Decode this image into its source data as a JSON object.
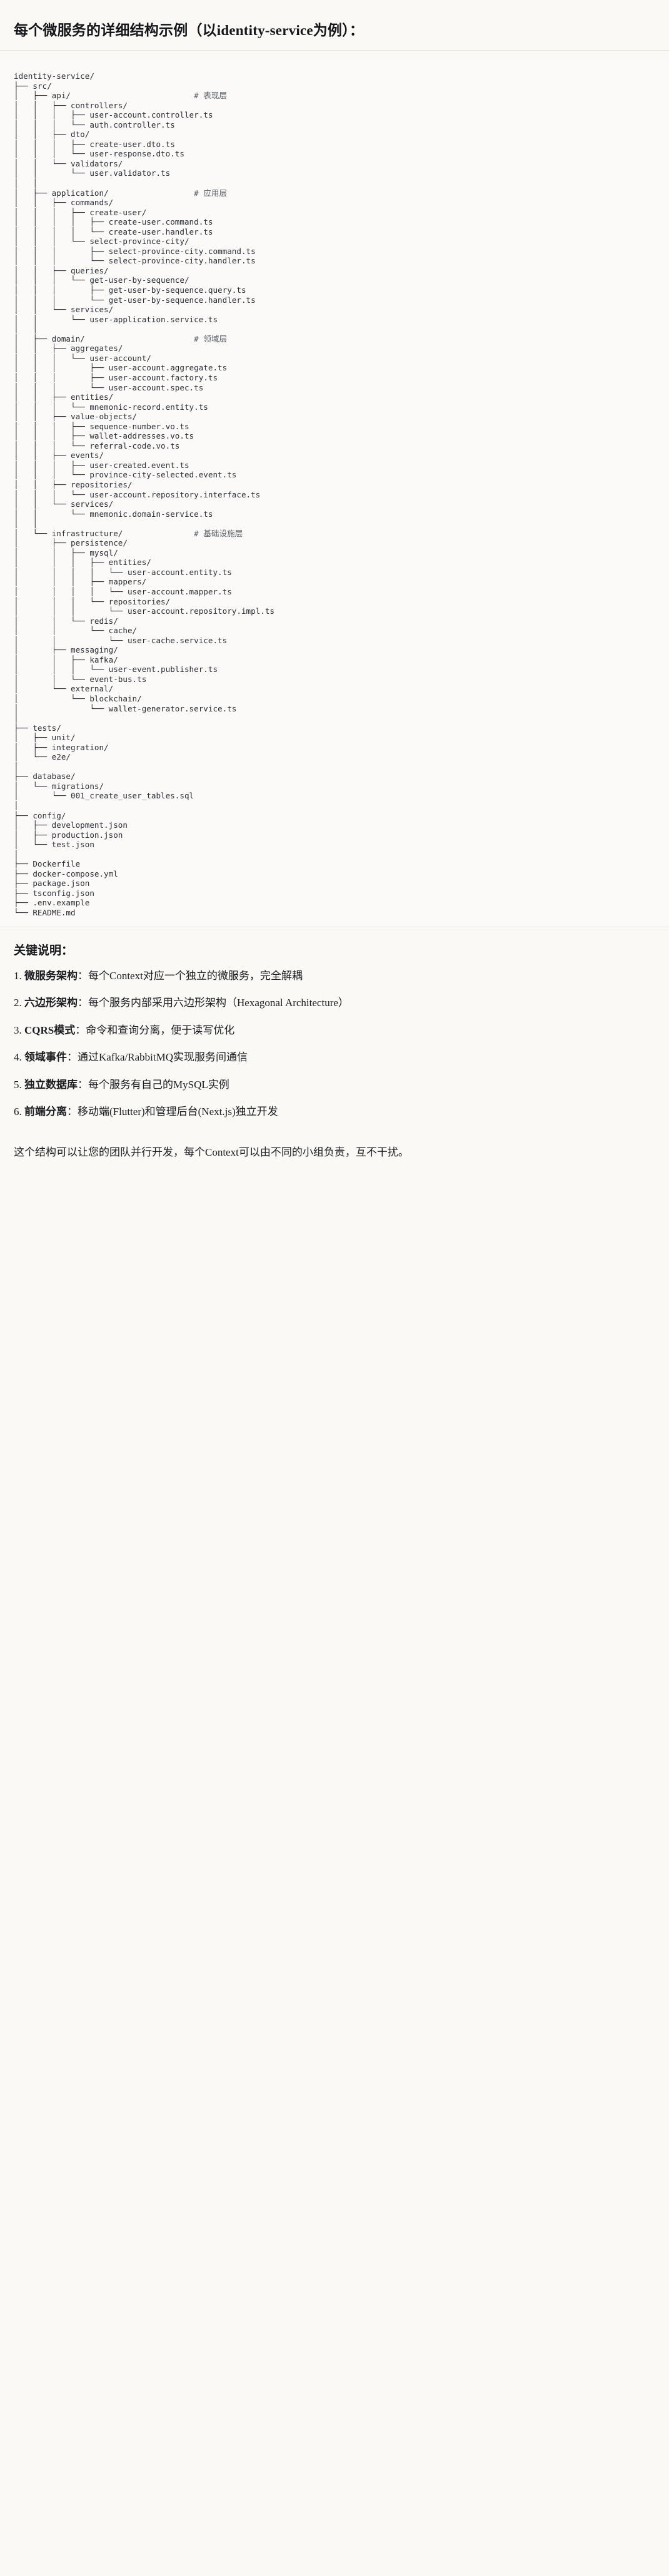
{
  "heading": "每个微服务的详细结构示例（以identity-service为例）：",
  "tree": {
    "root_label": "identity-service/",
    "comments": {
      "api": "# 表现层",
      "application": "# 应用层",
      "domain": "# 领域层",
      "infrastructure": "# 基础设施层"
    },
    "lines": [
      "identity-service/",
      "├── src/",
      "│   ├── api/                          # 表现层",
      "│   │   ├── controllers/",
      "│   │   │   ├── user-account.controller.ts",
      "│   │   │   └── auth.controller.ts",
      "│   │   ├── dto/",
      "│   │   │   ├── create-user.dto.ts",
      "│   │   │   └── user-response.dto.ts",
      "│   │   └── validators/",
      "│   │       └── user.validator.ts",
      "│   │",
      "│   ├── application/                  # 应用层",
      "│   │   ├── commands/",
      "│   │   │   ├── create-user/",
      "│   │   │   │   ├── create-user.command.ts",
      "│   │   │   │   └── create-user.handler.ts",
      "│   │   │   └── select-province-city/",
      "│   │   │       ├── select-province-city.command.ts",
      "│   │   │       └── select-province-city.handler.ts",
      "│   │   ├── queries/",
      "│   │   │   └── get-user-by-sequence/",
      "│   │   │       ├── get-user-by-sequence.query.ts",
      "│   │   │       └── get-user-by-sequence.handler.ts",
      "│   │   └── services/",
      "│   │       └── user-application.service.ts",
      "│   │",
      "│   ├── domain/                       # 领域层",
      "│   │   ├── aggregates/",
      "│   │   │   └── user-account/",
      "│   │   │       ├── user-account.aggregate.ts",
      "│   │   │       ├── user-account.factory.ts",
      "│   │   │       └── user-account.spec.ts",
      "│   │   ├── entities/",
      "│   │   │   └── mnemonic-record.entity.ts",
      "│   │   ├── value-objects/",
      "│   │   │   ├── sequence-number.vo.ts",
      "│   │   │   ├── wallet-addresses.vo.ts",
      "│   │   │   └── referral-code.vo.ts",
      "│   │   ├── events/",
      "│   │   │   ├── user-created.event.ts",
      "│   │   │   └── province-city-selected.event.ts",
      "│   │   ├── repositories/",
      "│   │   │   └── user-account.repository.interface.ts",
      "│   │   └── services/",
      "│   │       └── mnemonic.domain-service.ts",
      "│   │",
      "│   └── infrastructure/               # 基础设施层",
      "│       ├── persistence/",
      "│       │   ├── mysql/",
      "│       │   │   ├── entities/",
      "│       │   │   │   └── user-account.entity.ts",
      "│       │   │   ├── mappers/",
      "│       │   │   │   └── user-account.mapper.ts",
      "│       │   │   └── repositories/",
      "│       │   │       └── user-account.repository.impl.ts",
      "│       │   └── redis/",
      "│       │       └── cache/",
      "│       │           └── user-cache.service.ts",
      "│       ├── messaging/",
      "│       │   ├── kafka/",
      "│       │   │   └── user-event.publisher.ts",
      "│       │   └── event-bus.ts",
      "│       └── external/",
      "│           └── blockchain/",
      "│               └── wallet-generator.service.ts",
      "│",
      "├── tests/",
      "│   ├── unit/",
      "│   ├── integration/",
      "│   └── e2e/",
      "│",
      "├── database/",
      "│   └── migrations/",
      "│       └── 001_create_user_tables.sql",
      "│",
      "├── config/",
      "│   ├── development.json",
      "│   ├── production.json",
      "│   └── test.json",
      "│",
      "├── Dockerfile",
      "├── docker-compose.yml",
      "├── package.json",
      "├── tsconfig.json",
      "├── .env.example",
      "└── README.md"
    ]
  },
  "notes": {
    "title": "关键说明：",
    "items": [
      {
        "num": "1.",
        "term": "微服务架构",
        "sep": "：",
        "desc": "每个Context对应一个独立的微服务，完全解耦"
      },
      {
        "num": "2.",
        "term": "六边形架构",
        "sep": "：",
        "desc": "每个服务内部采用六边形架构（Hexagonal Architecture）"
      },
      {
        "num": "3.",
        "term": "CQRS模式",
        "sep": "：",
        "desc": "命令和查询分离，便于读写优化"
      },
      {
        "num": "4.",
        "term": "领域事件",
        "sep": "：",
        "desc": "通过Kafka/RabbitMQ实现服务间通信"
      },
      {
        "num": "5.",
        "term": "独立数据库",
        "sep": "：",
        "desc": "每个服务有自己的MySQL实例"
      },
      {
        "num": "6.",
        "term": "前端分离",
        "sep": "：",
        "desc": "移动端(Flutter)和管理后台(Next.js)独立开发"
      }
    ]
  },
  "closing": "这个结构可以让您的团队并行开发，每个Context可以由不同的小组负责，互不干扰。",
  "colors": {
    "background": "#faf9f6",
    "text": "#1a1a1a",
    "code_text": "#2b2f36",
    "comment_text": "#5b6068",
    "divider": "#e6e4df"
  }
}
